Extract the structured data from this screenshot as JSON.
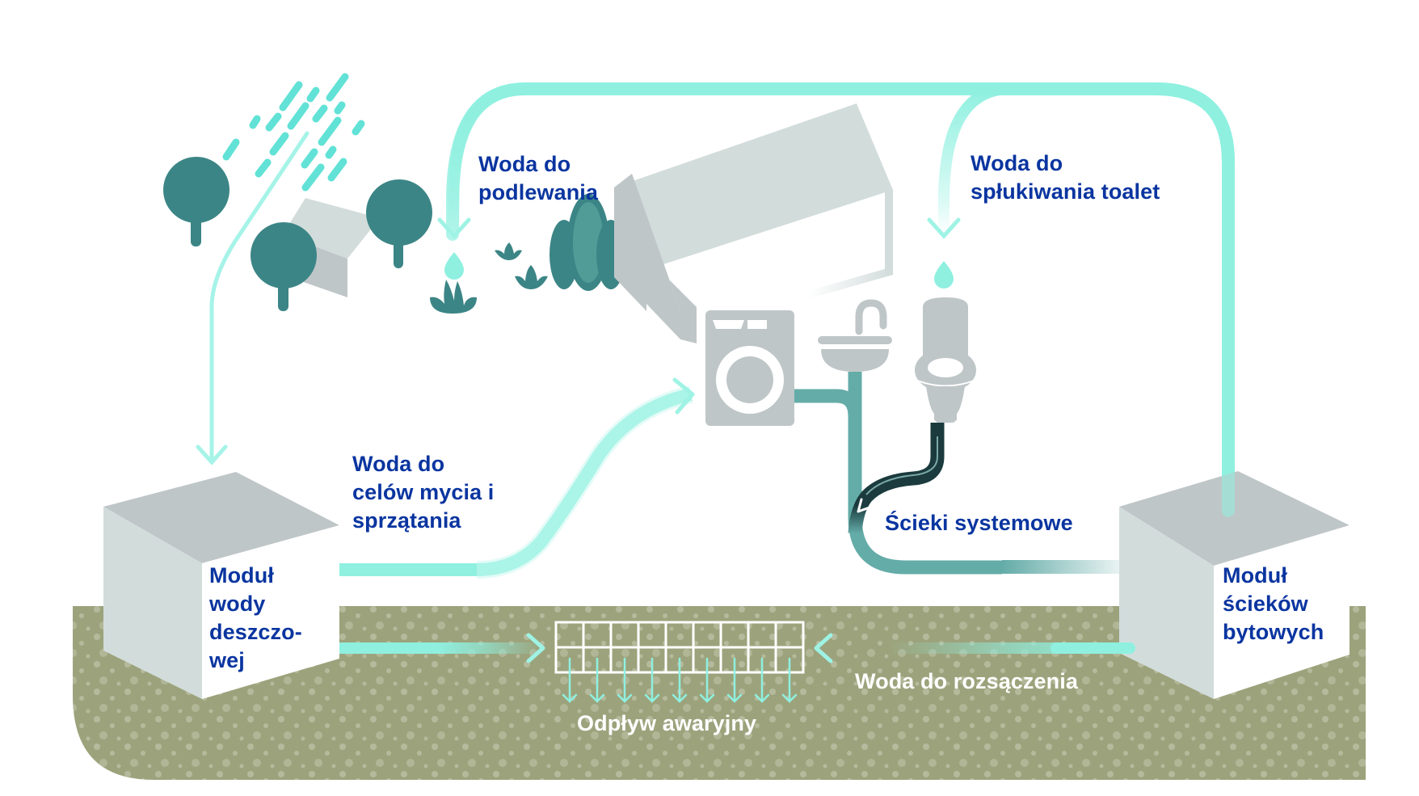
{
  "diagram": {
    "title": "",
    "colors": {
      "label_text": "#0a35a0",
      "label_text_on_ground": "#ffffff",
      "clean_water_pipe": "#8ff0e0",
      "rain": "#62e2d6",
      "tree": "#3c8586",
      "grey_wastewater_pipe": "#64aca8",
      "black_wastewater_pipe": "#1b3b3e",
      "module_side": "#d2dcdb",
      "module_top": "#bfc6c8",
      "module_front": "#ffffff",
      "ground": "#9ca37c",
      "house_roof": "#d2dcdb",
      "house_wall": "#bfc6c8",
      "appliance": "#bfc6c8"
    },
    "labels": {
      "irrigation": "Woda do\npodlewania",
      "toilet_flushing": "Woda do\nspłukiwania toalet",
      "washing_cleaning": "Woda do\ncelów mycia i\nsprzątania",
      "rainwater_module": "Moduł\nwody\ndeszczo-\nwej",
      "domestic_wastewater_module": "Moduł\nścieków\nbytowych",
      "system_wastewater": "Ścieki systemowe",
      "infiltration_water": "Woda do rozsączenia",
      "emergency_overflow": "Odpływ awaryjny"
    },
    "nodes": [
      {
        "id": "rain",
        "label": "rain",
        "icon": "rain-icon"
      },
      {
        "id": "garden",
        "label": "garden plants",
        "icon": "plant-icon"
      },
      {
        "id": "house",
        "label": "house",
        "icon": "house-icon"
      },
      {
        "id": "washing_machine",
        "label": "washing machine",
        "icon": "washing-machine-icon"
      },
      {
        "id": "sink",
        "label": "sink",
        "icon": "sink-icon"
      },
      {
        "id": "toilet",
        "label": "toilet",
        "icon": "toilet-icon"
      },
      {
        "id": "rainwater_module",
        "label": "Moduł wody deszczowej",
        "icon": "tank-module-icon"
      },
      {
        "id": "domestic_wastewater_module",
        "label": "Moduł ścieków bytowych",
        "icon": "tank-module-icon"
      },
      {
        "id": "infiltration_box",
        "label": "infiltration crate",
        "icon": "infiltration-grid-icon"
      }
    ],
    "edges": [
      {
        "from": "rain",
        "to": "rainwater_module",
        "label": ""
      },
      {
        "from": "rainwater_module",
        "to": "washing_machine",
        "label": "Woda do celów mycia i sprzątania"
      },
      {
        "from": "domestic_wastewater_module",
        "to": "garden",
        "label": "Woda do podlewania"
      },
      {
        "from": "domestic_wastewater_module",
        "to": "toilet",
        "label": "Woda do spłukiwania toalet"
      },
      {
        "from": "washing_machine",
        "to": "domestic_wastewater_module",
        "label": "Ścieki systemowe"
      },
      {
        "from": "toilet",
        "to": "domestic_wastewater_module",
        "label": "Ścieki systemowe"
      },
      {
        "from": "rainwater_module",
        "to": "infiltration_box",
        "label": "Odpływ awaryjny"
      },
      {
        "from": "domestic_wastewater_module",
        "to": "infiltration_box",
        "label": "Woda do rozsączenia"
      }
    ]
  }
}
